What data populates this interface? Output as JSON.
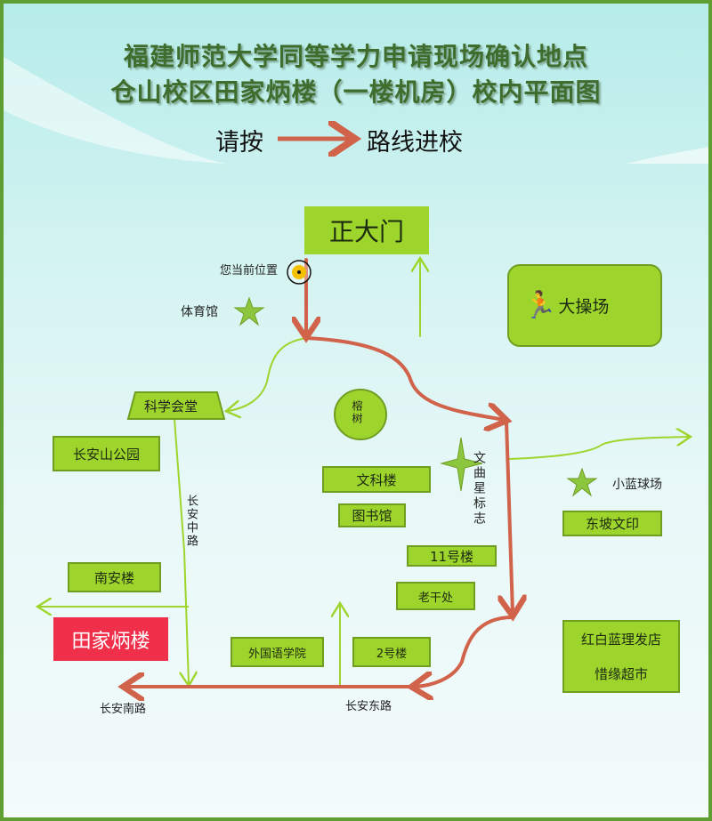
{
  "title": {
    "line1": "福建师范大学同等学力申请现场确认地点",
    "line2": "仓山校区田家炳楼（一楼机房）校内平面图"
  },
  "legend": {
    "prefix": "请按",
    "suffix": "路线进校",
    "route_color": "#d0634a"
  },
  "colors": {
    "building": "#9ed52c",
    "target": "#f0304a",
    "route": "#d0634a",
    "road": "#9ed52c"
  },
  "places": {
    "main_gate": "正大门",
    "you_are_here": "您当前位置",
    "gym": "体育馆",
    "big_field": "大操场",
    "science_hall": "科学会堂",
    "banyan": "榕树",
    "changanshan_park": "长安山公园",
    "liberal_arts": "文科楼",
    "library": "图书馆",
    "wenquxing": "文曲星标志",
    "basketball": "小蓝球场",
    "dongpo_print": "东坡文印",
    "bldg11": "11号楼",
    "retired_office": "老干处",
    "nanan": "南安楼",
    "tianjiabing": "田家炳楼",
    "foreign_lang": "外国语学院",
    "bldg2": "2号楼",
    "barber": "红白蓝理发店",
    "supermarket": "惜缘超市"
  },
  "roads": {
    "changan_middle": "长安中路",
    "changan_south": "长安南路",
    "changan_east": "长安东路"
  }
}
